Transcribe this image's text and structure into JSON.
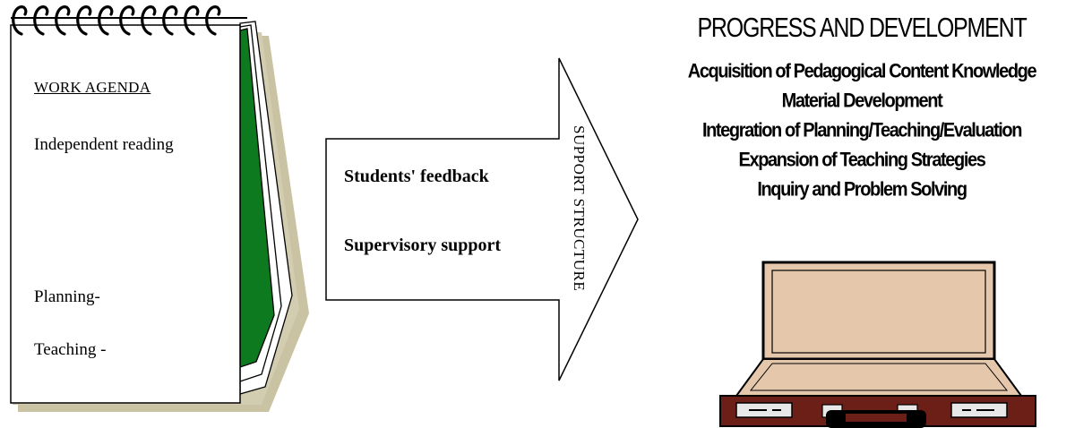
{
  "notebook": {
    "heading": "WORK AGENDA",
    "items": [
      "Independent reading",
      "Planning-",
      "Teaching -"
    ]
  },
  "arrow": {
    "side_label": "SUPPORT STRUCTURE",
    "items": [
      "Students' feedback",
      "Supervisory support"
    ]
  },
  "progress": {
    "heading": "PROGRESS AND DEVELOPMENT",
    "items": [
      "Acquisition of Pedagogical Content Knowledge",
      "Material Development",
      "Integration of Planning/Teaching/Evaluation",
      "Expansion of Teaching Strategies",
      "Inquiry and Problem Solving"
    ]
  },
  "colors": {
    "shadow": "#c9c3a3",
    "green_page": "#0e7a1f",
    "case_lid": "#e5c8ab",
    "case_body": "#6b1f16"
  }
}
